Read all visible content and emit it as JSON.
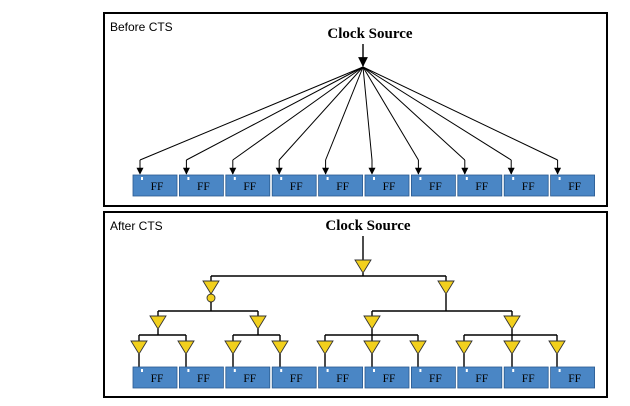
{
  "before": {
    "title": "Before CTS",
    "source_label": "Clock Source",
    "flops": [
      "FF",
      "FF",
      "FF",
      "FF",
      "FF",
      "FF",
      "FF",
      "FF",
      "FF",
      "FF"
    ]
  },
  "after": {
    "title": "After CTS",
    "source_label": "Clock Source",
    "flops": [
      "FF",
      "FF",
      "FF",
      "FF",
      "FF",
      "FF",
      "FF",
      "FF",
      "FF",
      "FF"
    ]
  },
  "colors": {
    "ff_fill": "#4a86c5",
    "buffer_fill": "#f2d01d",
    "frame": "#000000"
  }
}
